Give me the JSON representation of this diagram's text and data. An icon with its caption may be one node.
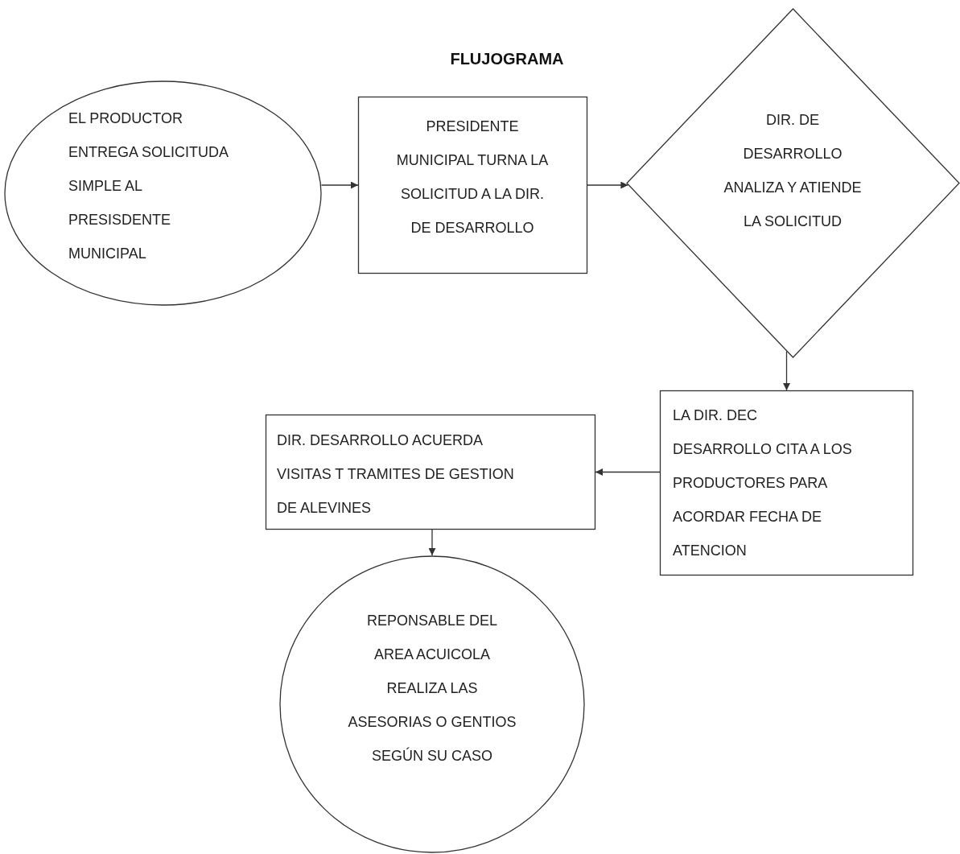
{
  "diagram": {
    "title": "FLUJOGRAMA",
    "nodes": [
      {
        "text": [
          "EL PRODUCTOR ENTREGA SOLICITUDA SIMPLE AL PRESISDENTE MUNICIPAL"
        ]
      },
      {
        "text": [
          "PRESIDENTE MUNICIPAL TURNA LA SOLICITUD A LA DIR. DE DESARROLLO"
        ]
      },
      {
        "text": [
          "DIR. DE DESARROLLO ANALIZA Y ATIENDE LA SOLICITUD"
        ]
      },
      {
        "text": [
          "LA DIR. DEC DESARROLLO CITA A LOS PRODUCTORES PARA ACORDAR FECHA DE ATENCION"
        ]
      },
      {
        "text": [
          "DIR. DESARROLLO ACUERDA VISITAS T TRAMITES DE GESTION DE ALEVINES"
        ]
      },
      {
        "text": [
          "REPONSABLE DEL AREA ACUICOLA REALIZA LAS ASESORIAS O GENTIOS SEGÚN SU CASO"
        ]
      }
    ],
    "edges": [
      {
        "from": 0,
        "to": 1,
        "arrow": "to"
      },
      {
        "from": 1,
        "to": 2,
        "arrow": "to"
      },
      {
        "from": 2,
        "to": 3,
        "arrow": "to"
      },
      {
        "from": 3,
        "to": 4,
        "arrow": "to"
      },
      {
        "from": 4,
        "to": 5,
        "arrow": "to"
      }
    ]
  }
}
